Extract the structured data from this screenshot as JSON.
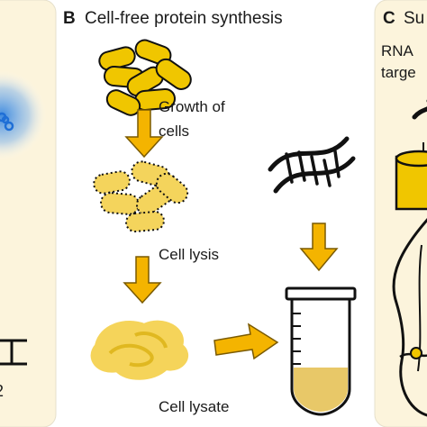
{
  "colors": {
    "panel_bg": "#fcf4dc",
    "panel_border": "#e6e0cc",
    "cell_fill": "#f0c600",
    "cell_stroke": "#111111",
    "lysate_fill": "#f5d45a",
    "arrow_fill": "#f4b400",
    "arrow_stroke": "#7a5a00",
    "blue_glow": "#2a7fe0",
    "tube_liquid": "#e8c868",
    "text": "#1a1a1a"
  },
  "panel_a": {
    "footer_text": "2"
  },
  "panel_b": {
    "letter": "B",
    "title": "Cell-free protein synthesis",
    "step_growth_line1": "Growth of",
    "step_growth_line2": "cells",
    "step_lysis": "Cell lysis",
    "step_lysate": "Cell lysate"
  },
  "panel_c": {
    "letter": "C",
    "title_partial": "Su",
    "text_line1": "RNA",
    "text_line2": "targe"
  },
  "icons": [
    "dna-icon",
    "reaction-tube-icon",
    "bacteria-cells-icon",
    "lysed-cells-icon",
    "lysate-blob-icon",
    "arrow-down-icon",
    "arrow-right-icon"
  ]
}
